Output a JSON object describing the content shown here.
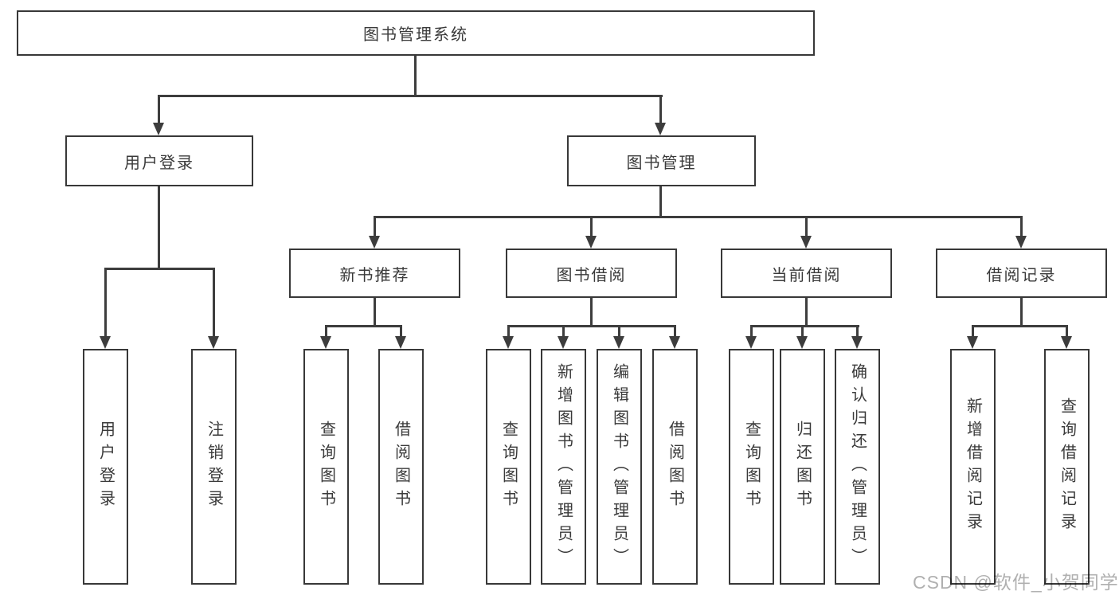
{
  "tree": {
    "root": "图书管理系统",
    "branches": [
      {
        "label": "用户登录",
        "children": [
          "用户登录",
          "注销登录"
        ]
      },
      {
        "label": "图书管理",
        "sections": [
          {
            "label": "新书推荐",
            "children": [
              "查询图书",
              "借阅图书"
            ]
          },
          {
            "label": "图书借阅",
            "children": [
              "查询图书",
              "新增图书（管理员）",
              "编辑图书（管理员）",
              "借阅图书"
            ]
          },
          {
            "label": "当前借阅",
            "children": [
              "查询图书",
              "归还图书",
              "确认归还（管理员）"
            ]
          },
          {
            "label": "借阅记录",
            "children": [
              "新增借阅记录",
              "查询借阅记录"
            ]
          }
        ]
      }
    ]
  },
  "watermark": {
    "text": "CSDN @软件_小贺同学"
  },
  "colors": {
    "line": "#3d3d3d",
    "box_border": "#383838",
    "text": "#3a3a3a",
    "watermark": "#b0b0b0",
    "background": "#ffffff"
  }
}
